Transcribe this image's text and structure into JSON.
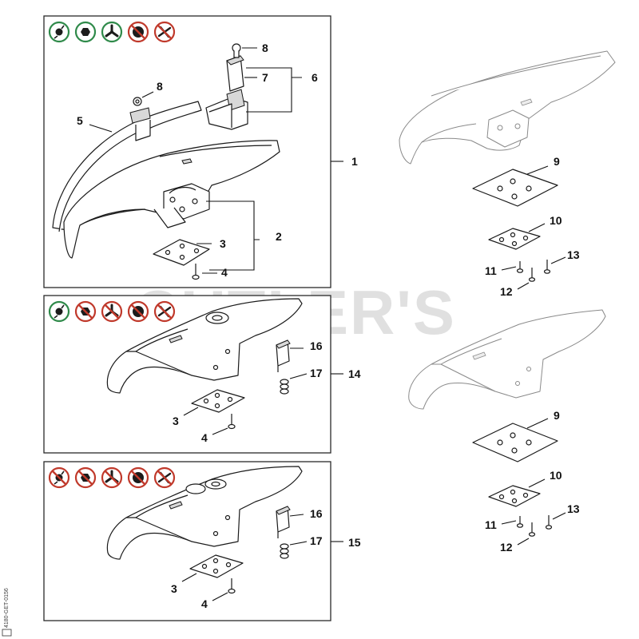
{
  "watermark": "CUTLER'S",
  "side_code": "4180-GET-0156",
  "panels": [
    {
      "id": "panel-top",
      "tool_icons": [
        {
          "name": "trimmer-line-head-icon",
          "allowed": true
        },
        {
          "name": "polycut-head-icon",
          "allowed": true
        },
        {
          "name": "grass-blade-3-tooth-icon",
          "allowed": true
        },
        {
          "name": "saw-blade-icon",
          "allowed": false
        },
        {
          "name": "shredder-blade-icon",
          "allowed": false
        }
      ],
      "callouts": [
        "8",
        "7",
        "6",
        "8",
        "5",
        "1",
        "2",
        "3",
        "4"
      ]
    },
    {
      "id": "panel-middle",
      "tool_icons": [
        {
          "name": "trimmer-line-head-icon",
          "allowed": true
        },
        {
          "name": "polycut-head-icon",
          "allowed": false
        },
        {
          "name": "grass-blade-3-tooth-icon",
          "allowed": false
        },
        {
          "name": "saw-blade-icon",
          "allowed": false
        },
        {
          "name": "shredder-blade-icon",
          "allowed": false
        }
      ],
      "callouts": [
        "16",
        "17",
        "14",
        "3",
        "4"
      ]
    },
    {
      "id": "panel-bottom",
      "tool_icons": [
        {
          "name": "trimmer-line-head-icon",
          "allowed": false
        },
        {
          "name": "polycut-head-icon",
          "allowed": false
        },
        {
          "name": "grass-blade-3-tooth-icon",
          "allowed": false
        },
        {
          "name": "saw-blade-icon",
          "allowed": false
        },
        {
          "name": "shredder-blade-icon",
          "allowed": false
        }
      ],
      "callouts": [
        "16",
        "17",
        "15",
        "3",
        "4"
      ]
    }
  ],
  "right_top_callouts": [
    "9",
    "10",
    "11",
    "13",
    "12"
  ],
  "right_bottom_callouts": [
    "9",
    "10",
    "11",
    "13",
    "12"
  ]
}
